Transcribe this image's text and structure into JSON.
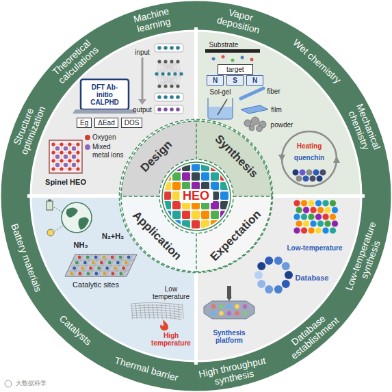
{
  "diagram": {
    "nodes": [
      {
        "text": [
          "Design"
        ]
      },
      {
        "text": [
          "Synthesis"
        ]
      },
      {
        "text": [
          "Application"
        ]
      },
      {
        "text": [
          "Expectation"
        ]
      },
      {
        "text": [
          "HEO"
        ]
      },
      {
        "text": [
          "Eg"
        ]
      },
      {
        "text": [
          "ΔEad"
        ]
      },
      {
        "text": [
          "DOS"
        ]
      },
      {
        "text": [
          "target"
        ]
      },
      {
        "text": [
          "N"
        ]
      },
      {
        "text": [
          "S"
        ]
      },
      {
        "text": [
          "N"
        ]
      }
    ],
    "labels": [
      "Structure optimization",
      "Theoretical calculations",
      "Machine learning",
      "Vapor deposition",
      "Wet chemistry",
      "Mechanical chemistry",
      "Low-temperature synthesis",
      "Database establishment",
      "High throughput synthesis",
      "Thermal barrier",
      "Catalysts",
      "Battery materials",
      "input",
      "output",
      "DFT Ab-initio CALPHD",
      "Spinel HEO",
      "Substrate",
      "Sol-gel",
      "fiber",
      "film",
      "powder",
      "Heating",
      "quenchin",
      "N₂+H₂",
      "NH₃",
      "Catalytic sites",
      "Low temperature",
      "High temperature",
      "Low-temperature",
      "Database",
      "Synthesis platform",
      "大数据科学"
    ],
    "legend": [
      {
        "text": "Oxygen",
        "color": "#d63b2f"
      },
      {
        "text": "Mixed metal ions",
        "color": "#8b6bb5"
      }
    ]
  }
}
